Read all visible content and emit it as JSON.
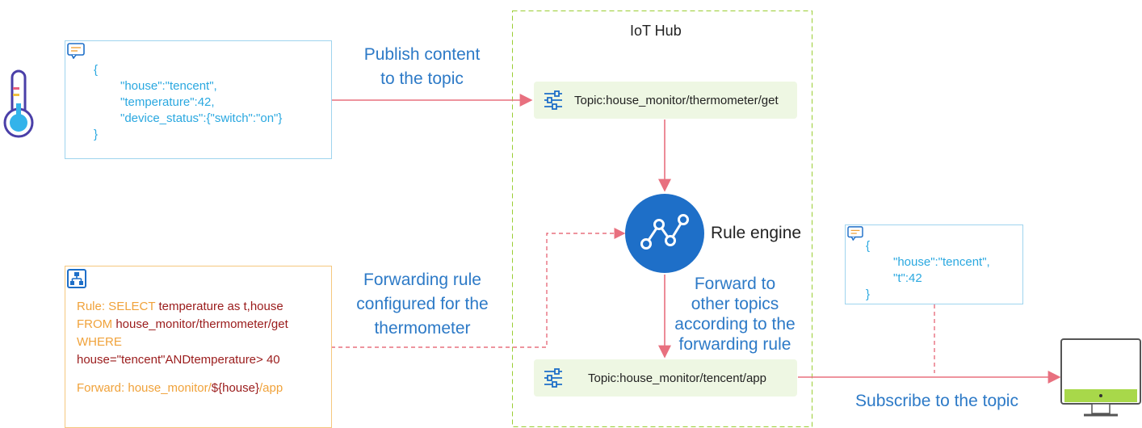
{
  "hub": {
    "title": "IoT Hub"
  },
  "device_payload": {
    "lines": [
      "{",
      "\"house\":\"tencent\",",
      "\"temperature\":42,",
      "\"device_status\":{\"switch\":\"on\"}",
      "}"
    ]
  },
  "publish_label": {
    "line1": "Publish content",
    "line2": "to the topic"
  },
  "topic_get": {
    "text": "Topic:house_monitor/thermometer/get"
  },
  "rule_engine": {
    "label": "Rule engine"
  },
  "forward_label": {
    "line1": "Forward to",
    "line2": "other topics",
    "line3": "according to the",
    "line4": "forwarding rule"
  },
  "topic_app": {
    "text": "Topic:house_monitor/tencent/app"
  },
  "rule_label": {
    "line1": "Forwarding rule",
    "line2": "configured for the",
    "line3": "thermometer"
  },
  "rule_config": {
    "l1a": "Rule: SELECT ",
    "l1b": "temperature as t,house",
    "l2a": "FROM ",
    "l2b": "house_monitor/thermometer/get",
    "l3": "WHERE",
    "l4": "house=\"tencent\"ANDtemperature> 40",
    "l5a": "Forward: house_monitor/",
    "l5b": "${house}",
    "l5c": "/app"
  },
  "output_payload": {
    "lines": [
      "{",
      "\"house\":\"tencent\",",
      "\"t\":42",
      "}"
    ]
  },
  "subscribe_label": {
    "text": "Subscribe to the topic"
  },
  "colors": {
    "arrow": "#e8707f",
    "accent_blue": "#1e6fc8",
    "json_blue": "#2aa8e0",
    "orange": "#f0a23a",
    "dark_red": "#9a1b1b"
  }
}
